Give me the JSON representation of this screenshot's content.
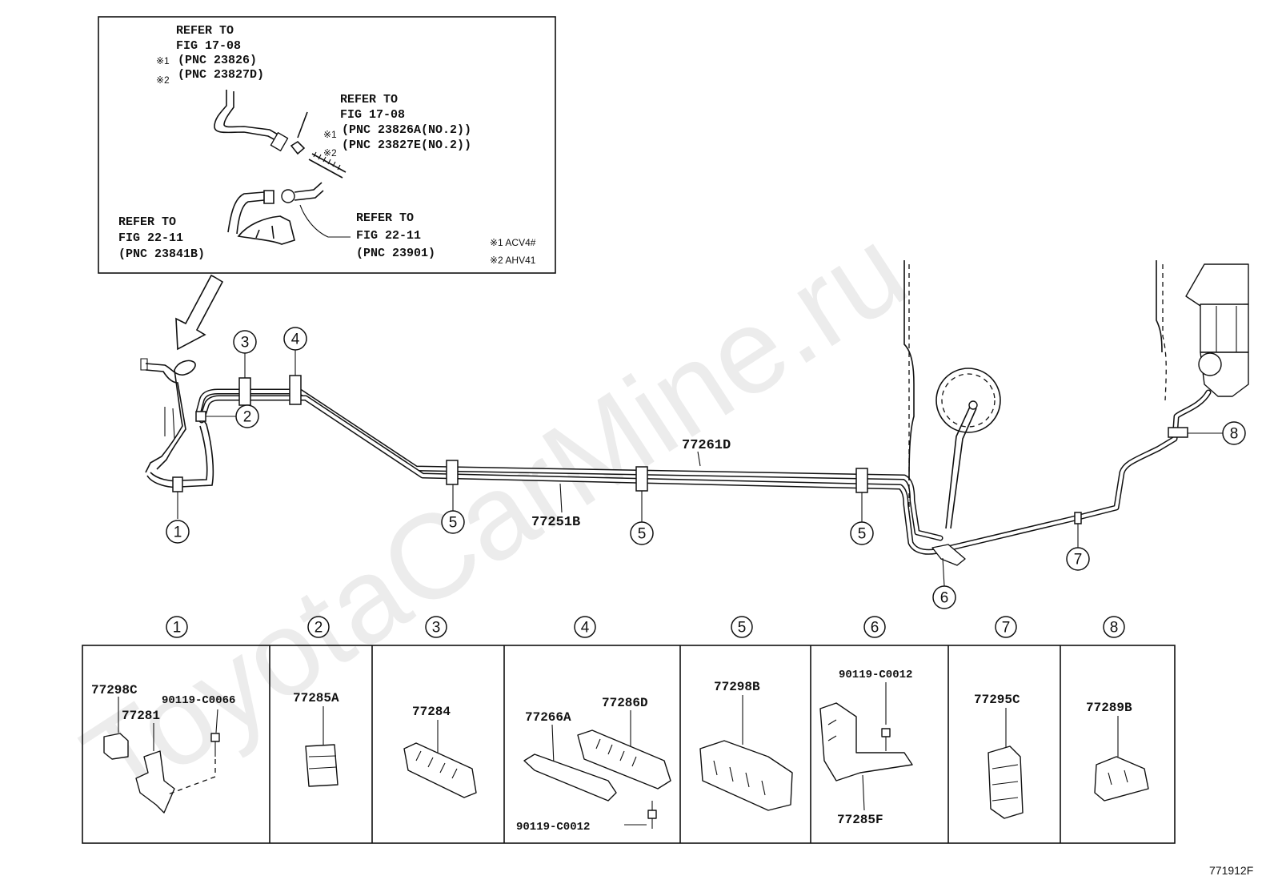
{
  "watermark": "ToyotaCarMine.ru",
  "figure_id": "771912F",
  "inset": {
    "top_ref_lines": [
      "REFER TO",
      "FIG 17-08"
    ],
    "top_ref_pnc1_mark": "※1",
    "top_ref_pnc1": "(PNC 23826)",
    "top_ref_pnc2_mark": "※2",
    "top_ref_pnc2": "(PNC 23827D)",
    "mid_ref_lines": [
      "REFER TO",
      "FIG 17-08"
    ],
    "mid_ref_pnc1_mark": "※1",
    "mid_ref_pnc1": "(PNC 23826A(NO.2))",
    "mid_ref_pnc2_mark": "※2",
    "mid_ref_pnc2": "(PNC 23827E(NO.2))",
    "left_ref_lines": [
      "REFER TO",
      "FIG 22-11",
      "(PNC 23841B)"
    ],
    "right_ref_lines": [
      "REFER TO",
      "FIG 22-11",
      "(PNC 23901)"
    ],
    "legend1": "※1 ACV4#",
    "legend2": "※2 AHV41"
  },
  "main": {
    "pipe_label_upper": "77261D",
    "pipe_label_lower": "77251B",
    "callouts": [
      "1",
      "2",
      "3",
      "4",
      "5",
      "5",
      "5",
      "6",
      "7",
      "8"
    ]
  },
  "table": {
    "headers": [
      "1",
      "2",
      "3",
      "4",
      "5",
      "6",
      "7",
      "8"
    ],
    "cells": [
      {
        "labels": [
          "77298C",
          "90119-C0066",
          "77281"
        ]
      },
      {
        "labels": [
          "77285A"
        ]
      },
      {
        "labels": [
          "77284"
        ]
      },
      {
        "labels": [
          "77266A",
          "77286D",
          "90119-C0012"
        ]
      },
      {
        "labels": [
          "77298B"
        ]
      },
      {
        "labels": [
          "90119-C0012",
          "77285F"
        ]
      },
      {
        "labels": [
          "77295C"
        ]
      },
      {
        "labels": [
          "77289B"
        ]
      }
    ]
  }
}
